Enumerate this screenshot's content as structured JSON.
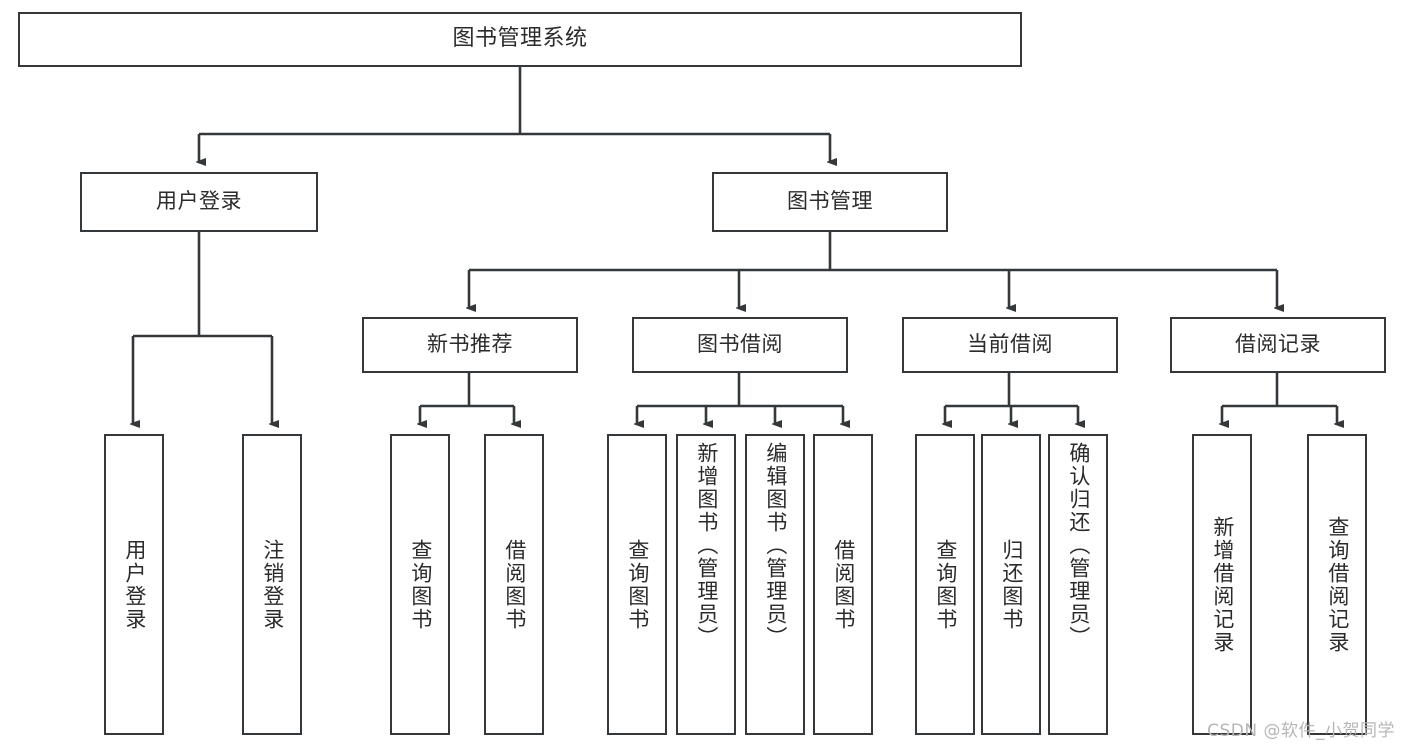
{
  "diagram": {
    "type": "tree-hierarchy",
    "title": "图书管理系统",
    "root": {
      "label": "图书管理系统"
    },
    "level1": [
      {
        "label": "用户登录"
      },
      {
        "label": "图书管理"
      }
    ],
    "level2": [
      {
        "label": "新书推荐",
        "parent": "图书管理"
      },
      {
        "label": "图书借阅",
        "parent": "图书管理"
      },
      {
        "label": "当前借阅",
        "parent": "图书管理"
      },
      {
        "label": "借阅记录",
        "parent": "图书管理"
      }
    ],
    "leaves": [
      {
        "label": "用户登录",
        "parent": "用户登录"
      },
      {
        "label": "注销登录",
        "parent": "用户登录"
      },
      {
        "label": "查询图书",
        "parent": "新书推荐"
      },
      {
        "label": "借阅图书",
        "parent": "新书推荐"
      },
      {
        "label": "查询图书",
        "parent": "图书借阅"
      },
      {
        "label": "新增图书（管理员）",
        "parent": "图书借阅"
      },
      {
        "label": "编辑图书（管理员）",
        "parent": "图书借阅"
      },
      {
        "label": "借阅图书",
        "parent": "图书借阅"
      },
      {
        "label": "查询图书",
        "parent": "当前借阅"
      },
      {
        "label": "归还图书",
        "parent": "当前借阅"
      },
      {
        "label": "确认归还（管理员）",
        "parent": "当前借阅"
      },
      {
        "label": "新增借阅记录",
        "parent": "借阅记录"
      },
      {
        "label": "查询借阅记录",
        "parent": "借阅记录"
      }
    ]
  },
  "watermark": {
    "text": "CSDN @软件_小贺同学"
  },
  "colors": {
    "stroke": "#35383a",
    "text": "#2b2b2b",
    "background": "#ffffff",
    "watermark": "#b6b6b6"
  }
}
